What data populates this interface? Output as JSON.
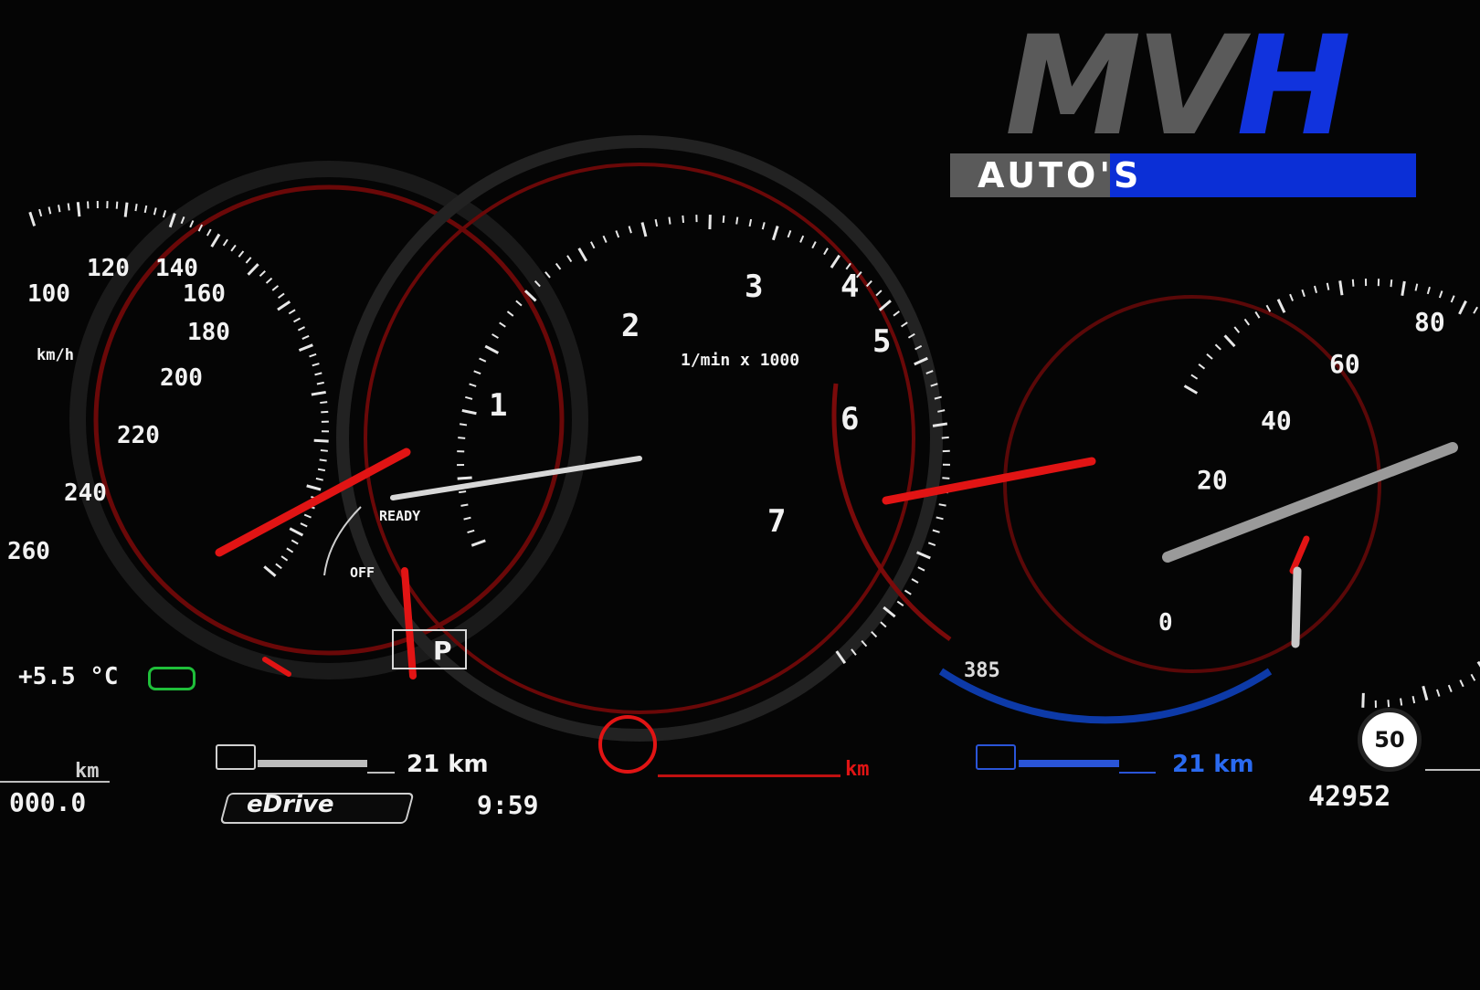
{
  "logo": {
    "letters_grey": "MV",
    "letters_blue": "H",
    "bar_text": "AUTO'S",
    "colors": {
      "grey": "#5a5a5a",
      "blue": "#0b2fd6"
    }
  },
  "speedometer": {
    "labels": [
      "100",
      "120",
      "140",
      "160",
      "180",
      "200",
      "220",
      "240",
      "260"
    ],
    "unit": "km/h"
  },
  "tachometer": {
    "labels": [
      "1",
      "2",
      "3",
      "4",
      "5",
      "6",
      "7"
    ],
    "unit": "1/min x 1000",
    "ready_label": "READY",
    "off_label": "OFF",
    "gear": "P"
  },
  "right_gauge": {
    "labels": [
      "80",
      "60",
      "40",
      "20",
      "0"
    ]
  },
  "status": {
    "outside_temp": "+5.5 °C",
    "range_left": "21 km",
    "range_right": "21 km",
    "trip_unit": "km",
    "trip": "000.0",
    "drive_mode": "eDrive",
    "clock": "9:59",
    "odometer": "42952",
    "speed_limit": "50",
    "center_km": "km",
    "dim_readout": "385"
  },
  "colors": {
    "needle": "#e11414",
    "ring_red": "#7a0a0a",
    "ring_blue": "#0d3aa8",
    "eco_green": "#1fbf3a",
    "text": "#f2f2f2"
  }
}
